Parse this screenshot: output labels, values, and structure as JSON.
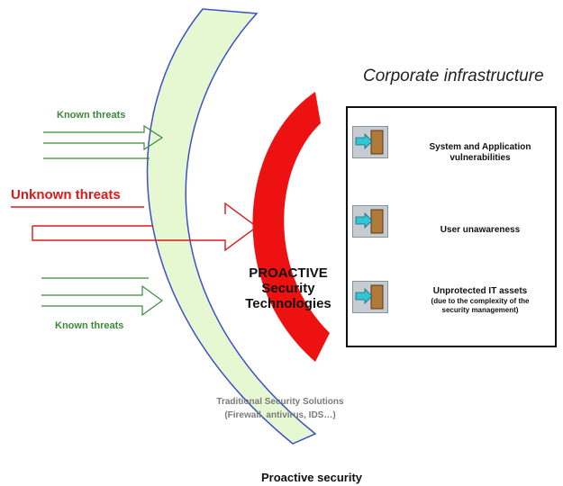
{
  "infrastructure_title": "Corporate infrastructure",
  "threats": {
    "known_top": "Known threats",
    "unknown": "Unknown threats",
    "known_bottom": "Known threats"
  },
  "proactive_label": [
    "PROACTIVE",
    "Security",
    "Technologies"
  ],
  "traditional_label": [
    "Traditional Security Solutions",
    "(Firewall, antivirus, IDS…)"
  ],
  "infrastructure_items": [
    {
      "lines": [
        "System and Application",
        "vulnerabilities"
      ],
      "sub": []
    },
    {
      "lines": [
        "User unawareness"
      ],
      "sub": []
    },
    {
      "lines": [
        "Unprotected IT assets"
      ],
      "sub": [
        "(due to the complexity of the",
        "security management)"
      ]
    }
  ],
  "caption": "Proactive security",
  "colors": {
    "traditional_band_fill": "#e6f8d2",
    "traditional_band_stroke": "#3c50c8",
    "proactive_band": "#ee1111",
    "known_arrow": "#3a8a3a",
    "unknown_arrow": "#e01818",
    "icon_arrow": "#33c4d6",
    "door": "#b07a3a"
  },
  "icons": [
    "door-exit-icon",
    "door-exit-icon",
    "door-exit-icon"
  ]
}
